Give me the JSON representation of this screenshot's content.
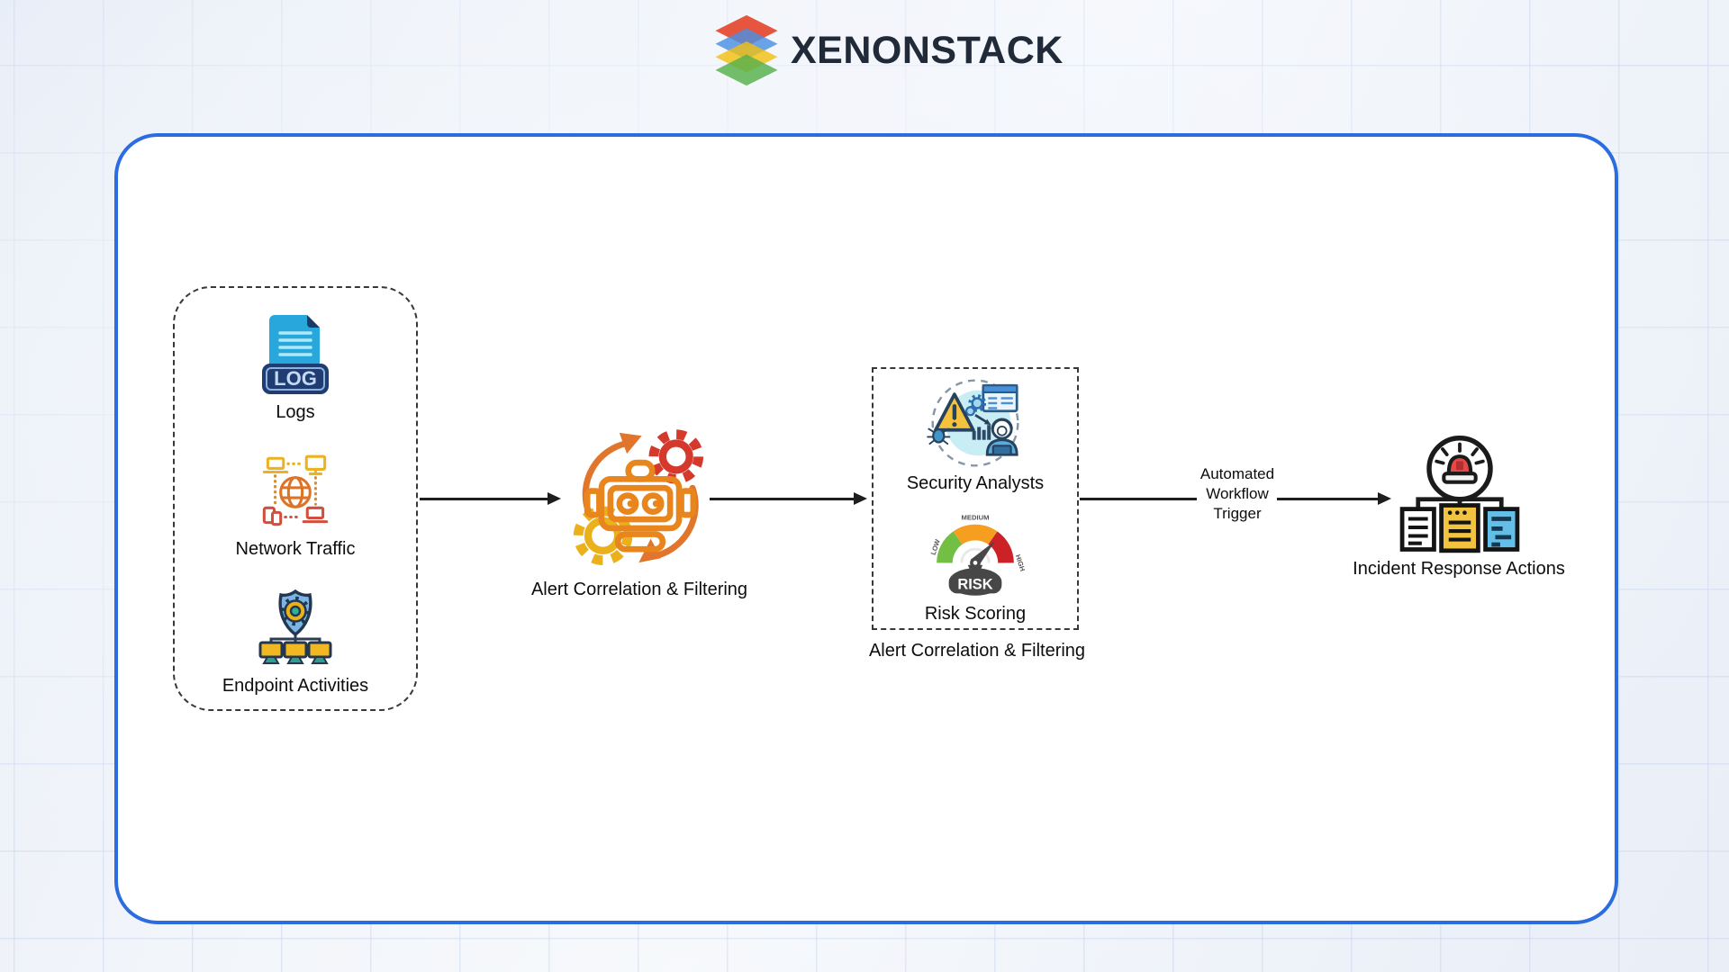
{
  "header": {
    "brand": "XENONSTACK",
    "logo_icon": "layered-stack-icon",
    "logo_layer_colors": [
      "#e5472c",
      "#4b8fe2",
      "#f1c011",
      "#56b04b"
    ]
  },
  "diagram": {
    "sources": {
      "items": [
        {
          "label": "Logs",
          "icon": "log-file-icon",
          "badge_text": "LOG"
        },
        {
          "label": "Network Traffic",
          "icon": "network-traffic-icon"
        },
        {
          "label": "Endpoint Activities",
          "icon": "endpoint-activities-icon"
        }
      ]
    },
    "correlation": {
      "label": "Alert Correlation & Filtering",
      "icon": "robot-sync-gears-icon"
    },
    "triage": {
      "analysts": {
        "label": "Security Analysts",
        "icon": "security-analyst-icon"
      },
      "risk": {
        "label": "Risk Scoring",
        "icon": "risk-gauge-icon",
        "gauge": {
          "low": "LOW",
          "medium": "MEDIUM",
          "high": "HIGH",
          "center": "RISK"
        }
      },
      "group_label": "Alert Correlation & Filtering"
    },
    "trigger": {
      "line1": "Automated",
      "line2": "Workflow",
      "line3": "Trigger"
    },
    "response": {
      "label": "Incident Response Actions",
      "icon": "incident-alarm-icon"
    },
    "colors": {
      "card_border": "#2b6ce0",
      "flow_line": "#1e1e1e",
      "dashed_group_border": "#383838"
    }
  }
}
